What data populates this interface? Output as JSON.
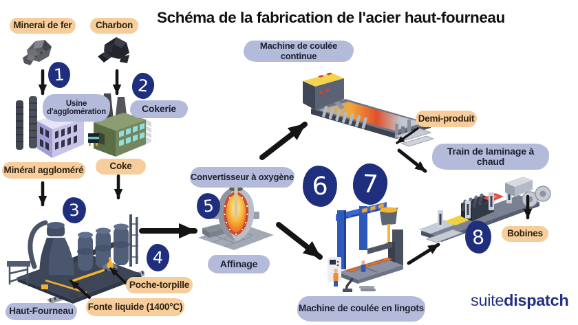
{
  "title": "Schéma de la fabrication de l'acier haut-fourneau",
  "labels": {
    "minerai_de_fer": "Minerai de fer",
    "charbon": "Charbon",
    "usine_agglomeration": "Usine d'agglomération",
    "cokerie": "Cokerie",
    "mineral_agglomere": "Minéral aggloméré",
    "coke": "Coke",
    "haut_fourneau": "Haut-Fourneau",
    "fonte_liquide": "Fonte liquide (1400°C)",
    "poche_torpille": "Poche-torpille",
    "convertisseur_oxygene": "Convertisseur à oxygène",
    "affinage": "Affinage",
    "machine_coulee_continue": "Machine de coulée continue",
    "demi_produit": "Demi-produit",
    "train_laminage_chaud": "Train de laminage à chaud",
    "machine_coulee_lingots": "Machine de coulée en lingots",
    "bobines": "Bobines"
  },
  "steps": {
    "n1": "1",
    "n2": "2",
    "n3": "3",
    "n4": "4",
    "n5": "5",
    "n6": "6",
    "n7": "7",
    "n8": "8"
  },
  "logo": {
    "regular": "suite",
    "bold": "dispatch"
  },
  "colors": {
    "peach": "#f6cd9b",
    "lavender": "#b4bad9",
    "step_navy": "#1f2e7d",
    "arrow": "#141414",
    "logo_navy": "#232f85"
  },
  "illustrations": {
    "iron_ore": "iron-ore-rock",
    "coal": "coal-rock",
    "sinter_plant": "sinter-plant-building",
    "coking_plant": "coking-plant-building",
    "blast_furnace": "blast-furnace-complex",
    "oxygen_converter": "oxygen-converter-cutaway",
    "continuous_caster": "continuous-casting-machine",
    "ingot_caster": "ingot-casting-machine",
    "rolling_mill": "hot-rolling-mill"
  },
  "flow_arrows": [
    {
      "from": "minerai_de_fer",
      "to": "usine_agglomeration"
    },
    {
      "from": "charbon",
      "to": "cokerie"
    },
    {
      "from": "mineral_agglomere",
      "to": "haut_fourneau"
    },
    {
      "from": "coke",
      "to": "haut_fourneau"
    },
    {
      "from": "haut_fourneau",
      "to": "convertisseur_oxygene"
    },
    {
      "from": "convertisseur_oxygene",
      "to": "machine_coulee_continue"
    },
    {
      "from": "convertisseur_oxygene",
      "to": "machine_coulee_lingots"
    },
    {
      "from": "demi_produit",
      "to": "machine_coulee_continue"
    },
    {
      "from": "machine_coulee_continue",
      "to": "train_laminage_chaud"
    },
    {
      "from": "machine_coulee_lingots",
      "to": "train_laminage_chaud"
    },
    {
      "from": "train_laminage_chaud",
      "to": "bobines"
    },
    {
      "from": "poche_torpille",
      "to": "haut_fourneau"
    },
    {
      "from": "fonte_liquide",
      "to": "haut_fourneau"
    }
  ]
}
